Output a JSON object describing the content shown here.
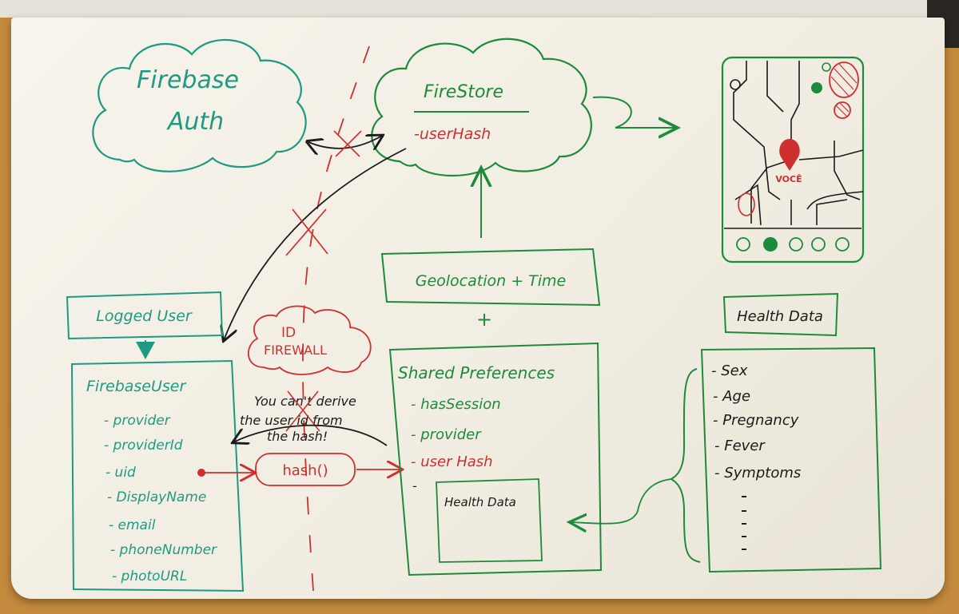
{
  "firebase_auth": {
    "line1": "Firebase",
    "line2": "Auth"
  },
  "firestore": {
    "title": "FireStore",
    "field": "-userHash"
  },
  "map": {
    "marker_label": "VOCÊ"
  },
  "geolocation": {
    "label": "Geolocation + Time"
  },
  "plus": "+",
  "logged_user": {
    "label": "Logged User"
  },
  "id_firewall": {
    "line1": "ID",
    "line2": "FIREWALL"
  },
  "firebase_user": {
    "title": "FirebaseUser",
    "fields": [
      "- provider",
      "- providerId",
      "- uid",
      "- DisplayName",
      "- email",
      "- phoneNumber",
      "- photoURL"
    ]
  },
  "annotation": {
    "line1": "You can't derive",
    "line2": "the user id from",
    "line3": "the hash!"
  },
  "hash_fn": {
    "label": "hash()"
  },
  "shared_prefs": {
    "title": "Shared Preferences",
    "fields": [
      "- hasSession",
      "- provider"
    ],
    "user_hash": "- user Hash",
    "dash": "-",
    "inner_box": "Health Data"
  },
  "health_data": {
    "label": "Health Data",
    "items": [
      "- Sex",
      "- Age",
      "- Pregnancy",
      "- Fever",
      "- Symptoms"
    ]
  },
  "colors": {
    "teal": "#1f9a82",
    "green": "#1d8a3c",
    "red": "#cf2f2f",
    "black": "#1b1b1b",
    "paper": "#f3efe5"
  }
}
